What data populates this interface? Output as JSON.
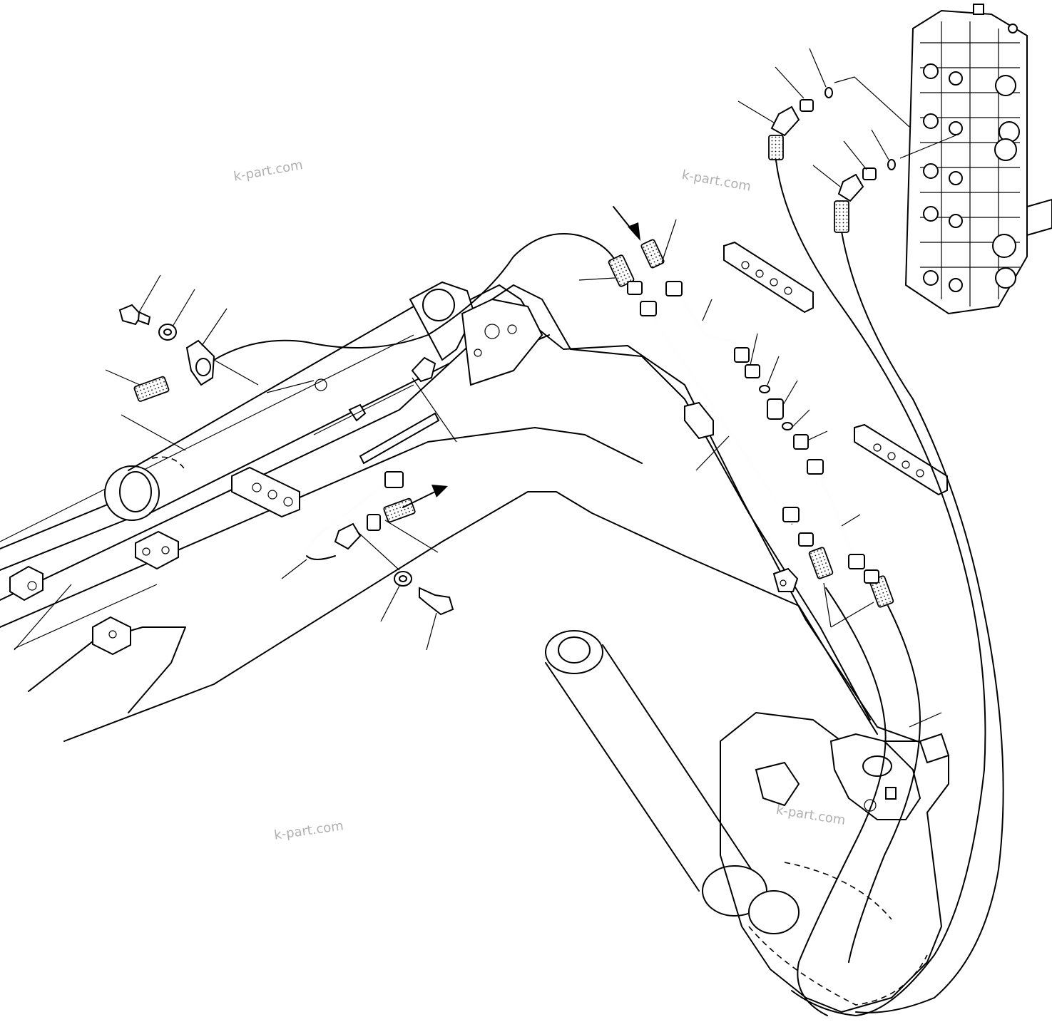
{
  "watermarks": [
    "k-part.com",
    "k-part.com",
    "k-part.com",
    "k-part.com"
  ],
  "colors": {
    "line": "#000000",
    "background": "#ffffff",
    "watermark": "#b0b0b0"
  }
}
